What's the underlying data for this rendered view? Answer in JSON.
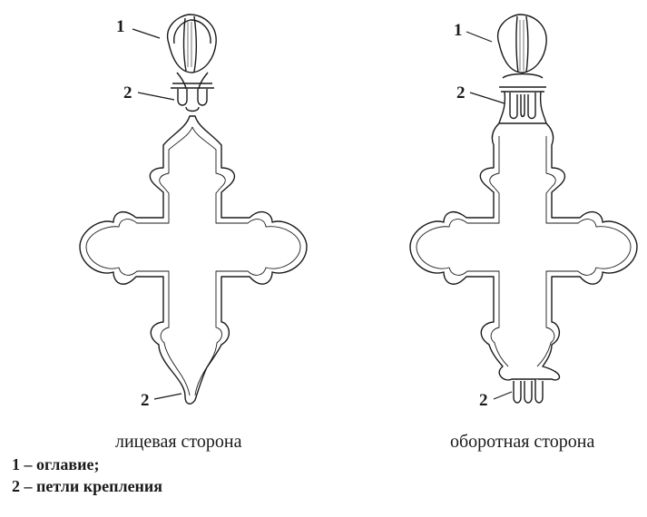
{
  "front": {
    "callouts": {
      "top": "1",
      "loop_upper": "2",
      "loop_lower": "2"
    },
    "caption": "лицевая сторона"
  },
  "back": {
    "callouts": {
      "top": "1",
      "loop_upper": "2",
      "loop_lower": "2"
    },
    "caption": "оборотная сторона"
  },
  "legend": [
    "1 – оглавие;",
    "2 – петли крепления"
  ],
  "colors": {
    "line": "#1a1a1a",
    "fill": "#ffffff"
  }
}
